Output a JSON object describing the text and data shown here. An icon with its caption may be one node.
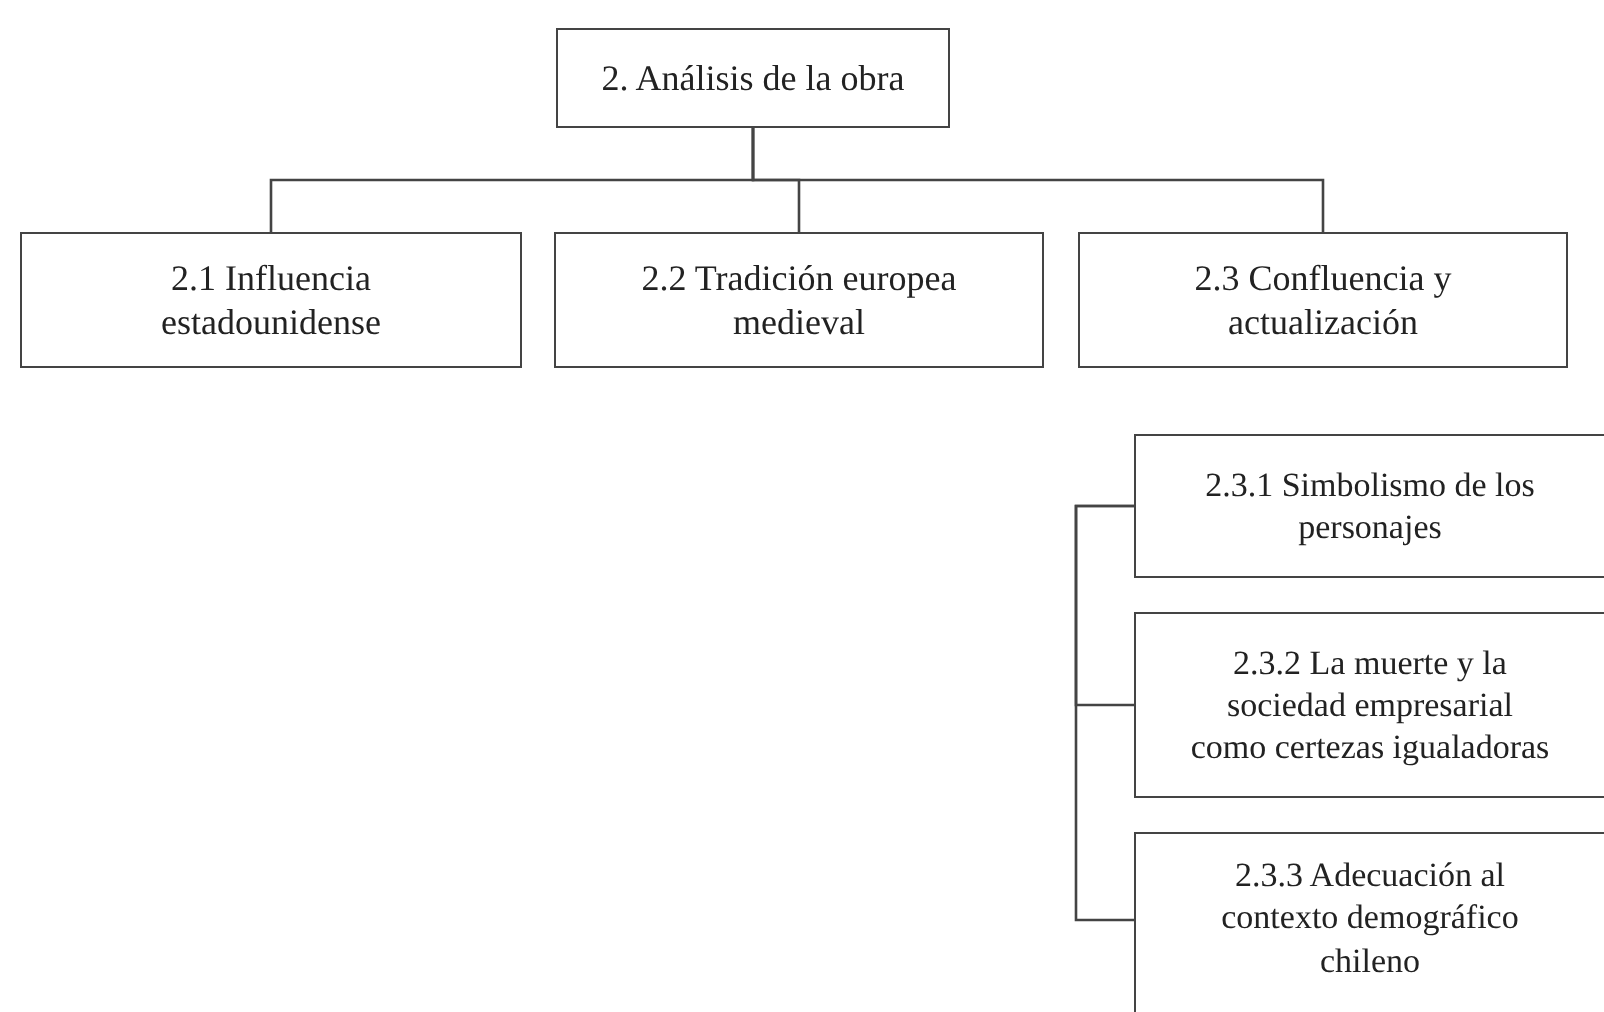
{
  "diagram": {
    "nodes": [
      {
        "text": [
          "2. Análisis de la obra"
        ]
      },
      {
        "text": [
          "2.1 Influencia estadounidense"
        ]
      },
      {
        "text": [
          "2.2 Tradición europea medieval"
        ]
      },
      {
        "text": [
          "2.3 Confluencia y actualización"
        ]
      },
      {
        "text": [
          "2.3.1 Simbolismo de los personajes"
        ]
      },
      {
        "text": [
          "2.3.2 La muerte y la sociedad empresarial como certezas igualadoras"
        ]
      },
      {
        "text": [
          "2.3.3 Adecuación al contexto demográfico chileno"
        ]
      }
    ],
    "edges": [
      {
        "from": 0,
        "to": 1,
        "arrow": "none"
      },
      {
        "from": 0,
        "to": 2,
        "arrow": "none"
      },
      {
        "from": 0,
        "to": 3,
        "arrow": "none"
      },
      {
        "from": 4,
        "to": 5,
        "arrow": "none"
      },
      {
        "from": 4,
        "to": 6,
        "arrow": "none"
      }
    ]
  }
}
